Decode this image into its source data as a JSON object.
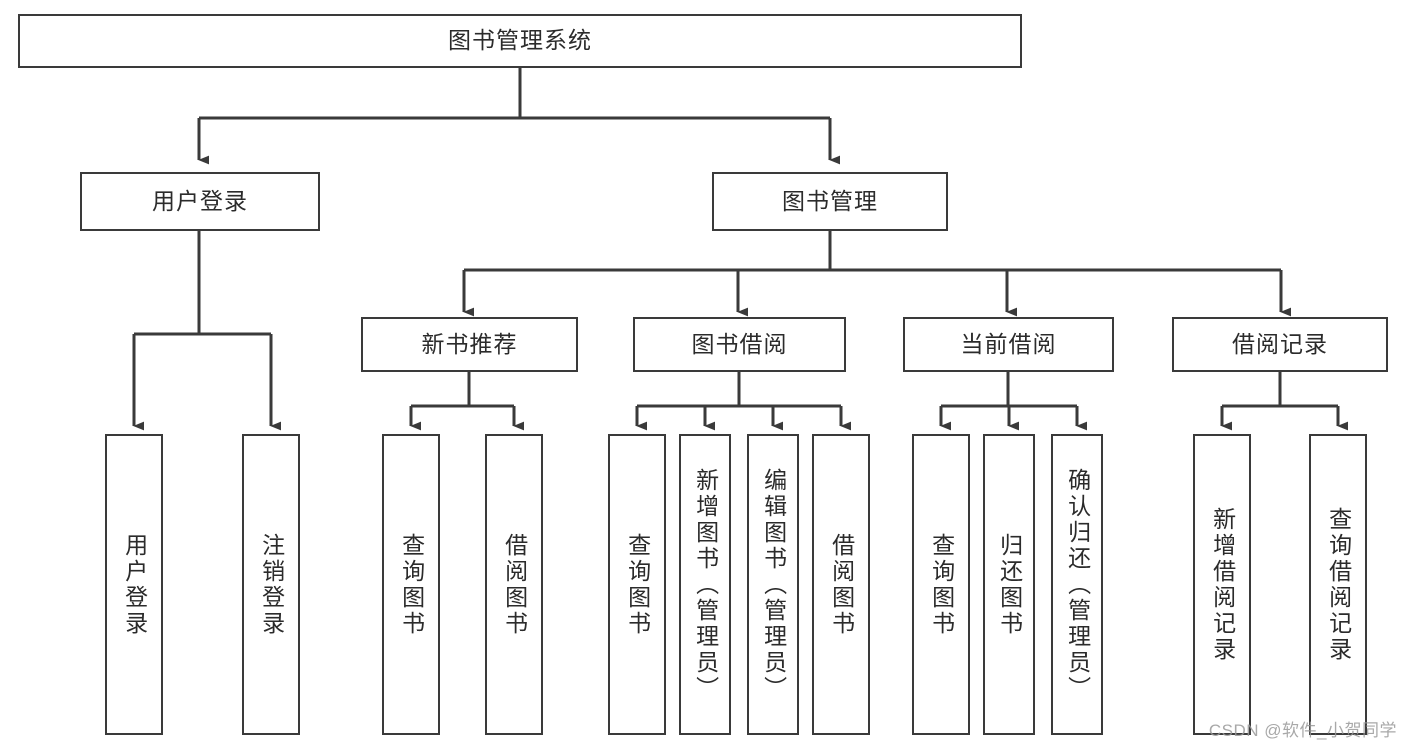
{
  "diagram": {
    "title": "图书管理系统",
    "type": "tree",
    "watermark": "CSDN @软件_小贺同学",
    "colors": {
      "stroke": "#3a3a3a",
      "text": "#2b2b2b",
      "background": "#ffffff",
      "watermark": "#9a9a9a"
    },
    "nodes": {
      "root": {
        "label": "图书管理系统"
      },
      "level2": [
        {
          "label": "用户登录"
        },
        {
          "label": "图书管理"
        }
      ],
      "level3": [
        {
          "label": "新书推荐"
        },
        {
          "label": "图书借阅"
        },
        {
          "label": "当前借阅"
        },
        {
          "label": "借阅记录"
        }
      ],
      "leaves": [
        {
          "label": "用户登录"
        },
        {
          "label": "注销登录"
        },
        {
          "label": "查询图书"
        },
        {
          "label": "借阅图书"
        },
        {
          "label": "查询图书"
        },
        {
          "label": "新增图书（管理员）"
        },
        {
          "label": "编辑图书（管理员）"
        },
        {
          "label": "借阅图书"
        },
        {
          "label": "查询图书"
        },
        {
          "label": "归还图书"
        },
        {
          "label": "确认归还（管理员）"
        },
        {
          "label": "新增借阅记录"
        },
        {
          "label": "查询借阅记录"
        }
      ]
    }
  }
}
